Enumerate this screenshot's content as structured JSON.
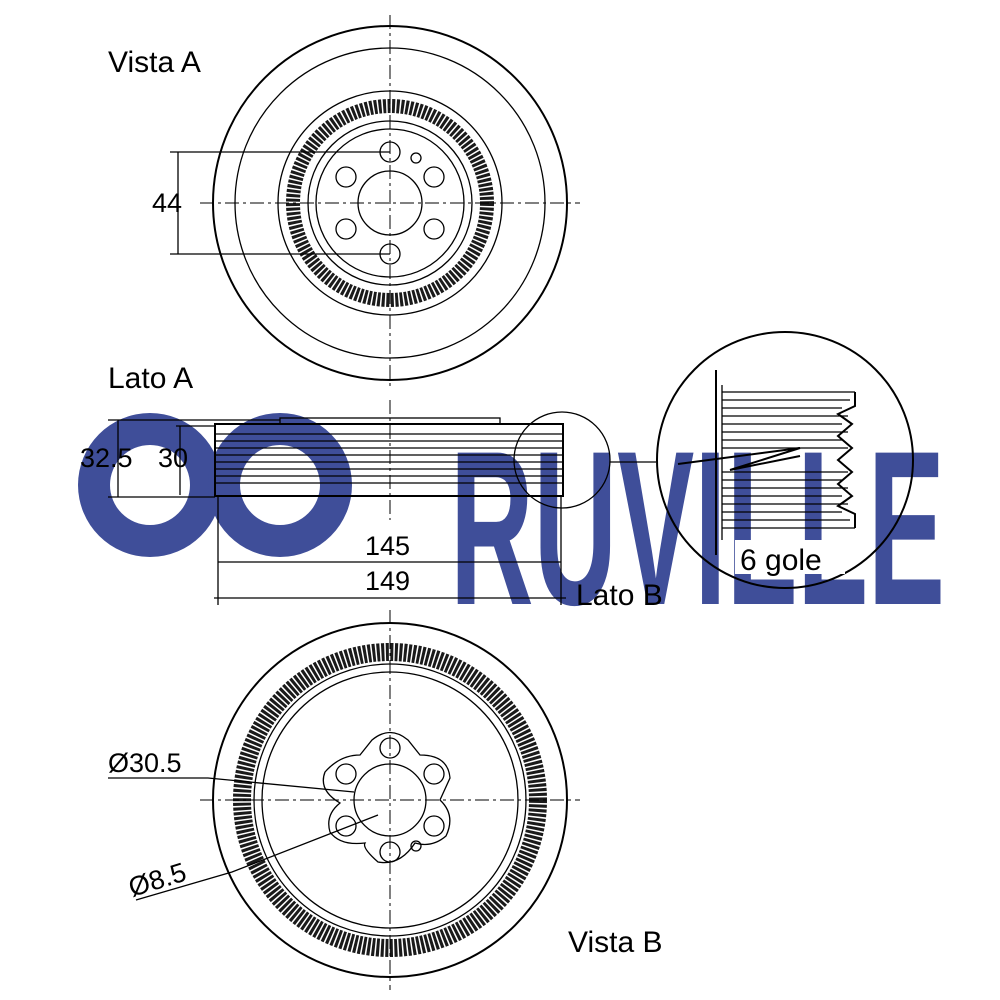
{
  "watermark": {
    "text": "RUVILLE",
    "color": "#2b3b8f"
  },
  "views": {
    "vista_a": "Vista A",
    "lato_a": "Lato A",
    "lato_b": "Lato B",
    "vista_b": "Vista B"
  },
  "dimensions": {
    "bolt_circle": "44",
    "overall_height": "32.5",
    "groove_height": "30",
    "groove_width": "145",
    "overall_width": "149",
    "center_bore": "Ø30.5",
    "hole_diameter": "Ø8.5"
  },
  "detail": {
    "grooves_label": "6 gole"
  }
}
